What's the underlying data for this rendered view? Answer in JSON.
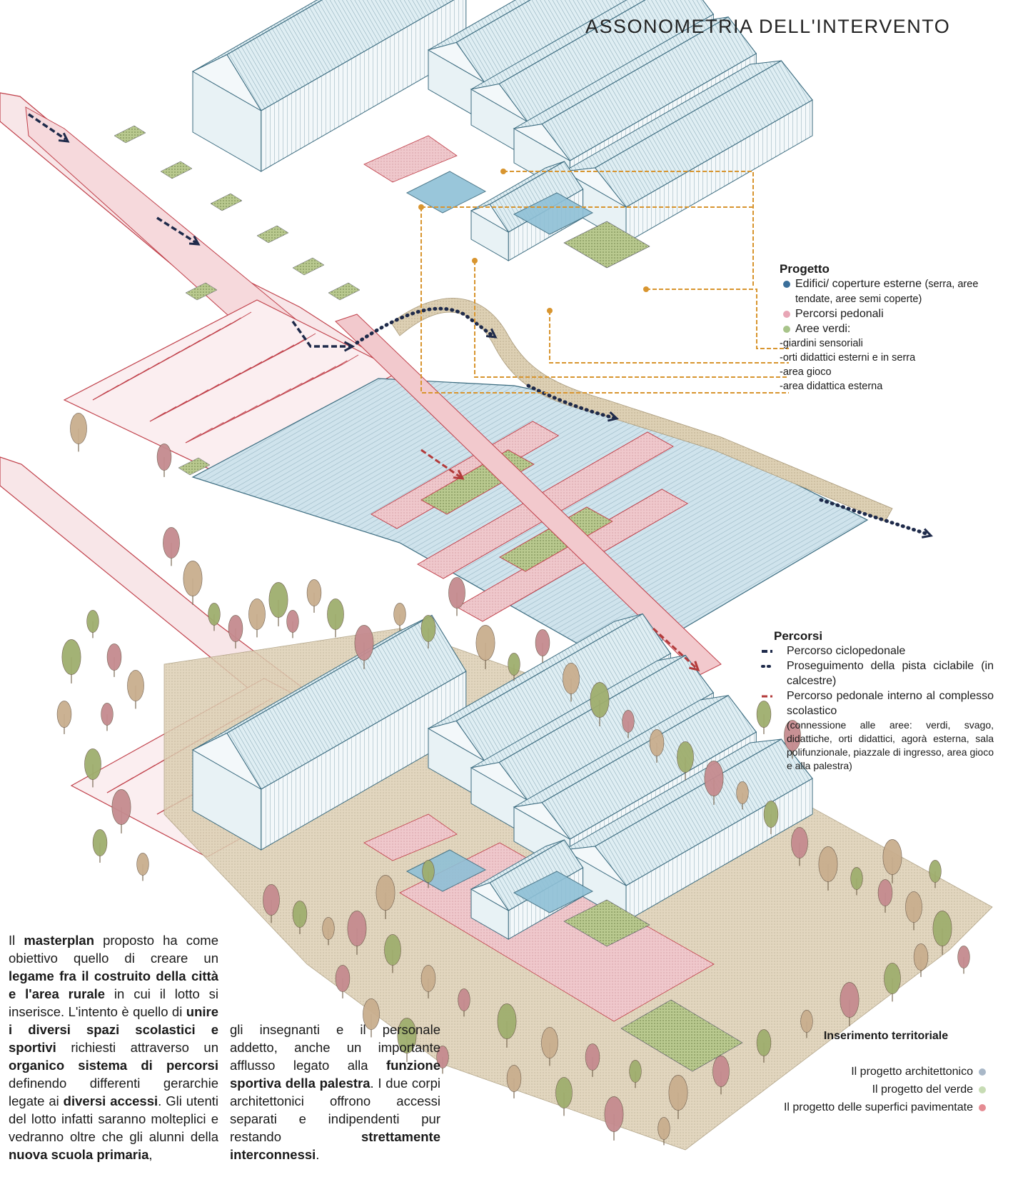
{
  "title": "ASSONOMETRIA DELL'INTERVENTO",
  "progetto": {
    "heading": "Progetto",
    "items": [
      {
        "label": "Edifici/ coperture esterne",
        "note": "(serra, aree tendate, aree semi coperte)",
        "color": "#3a6f9a"
      },
      {
        "label": "Percorsi pedonali",
        "color": "#e8a6b6"
      },
      {
        "label": "Aree verdi:",
        "color": "#a8c48a"
      }
    ],
    "green_areas": [
      "-giardini sensoriali",
      "-orti didattici esterni e in serra",
      "-area gioco",
      "-area didattica esterna"
    ]
  },
  "percorsi": {
    "heading": "Percorsi",
    "items": [
      {
        "label": "Percorso ciclopedonale",
        "color": "#1e2a4a"
      },
      {
        "label": "Proseguimento della pista ciclabile (in calcestre)",
        "color": "#1e2a4a"
      },
      {
        "label": "Percorso pedonale interno al complesso scolastico",
        "color": "#b33a3a"
      }
    ],
    "note": "(connessione alle aree: verdi, svago, didattiche, orti didattici, agorà esterna, sala polifunzionale, piazzale di ingresso, area gioco e alla palestra)"
  },
  "paragraph_left": [
    {
      "t": "Il "
    },
    {
      "b": "masterplan"
    },
    {
      "t": " proposto ha come obiettivo quello di creare un "
    },
    {
      "b": "legame fra il costruito della città e l'area rurale"
    },
    {
      "t": " in cui il lotto si inserisce. L'intento è quello di "
    },
    {
      "b": "unire i diversi spazi scolastici e sportivi"
    },
    {
      "t": " richiesti attraverso un "
    },
    {
      "b": "organico sistema di percorsi"
    },
    {
      "t": " definendo differenti gerarchie legate ai "
    },
    {
      "b": "diversi accessi"
    },
    {
      "t": ". Gli utenti del lotto infatti saranno molteplici e vedranno oltre che gli alunni della "
    },
    {
      "b": "nuova scuola primaria"
    },
    {
      "t": ","
    }
  ],
  "paragraph_right": [
    {
      "t": "gli insegnanti e il personale addetto, anche un importante afflusso legato alla "
    },
    {
      "b": "funzione sportiva della palestra"
    },
    {
      "t": ". I due corpi architettonici offrono accessi separati e indipendenti pur restando "
    },
    {
      "b": "strettamente interconnessi"
    },
    {
      "t": "."
    }
  ],
  "inserimento": {
    "heading": "Inserimento territoriale",
    "items": [
      {
        "label": "Il progetto architettonico",
        "color": "#a9b8c8"
      },
      {
        "label": "Il progetto del verde",
        "color": "#c7dcb4"
      },
      {
        "label": "Il progetto delle superfici pavimentate",
        "color": "#e58c93"
      }
    ]
  },
  "colors": {
    "building": "#cfe3ec",
    "building_line": "#3b6b7f",
    "greenhouse": "#8fc0d6",
    "path": "#efc8cc",
    "path_line": "#c0404a",
    "green": "#b9c98f",
    "gravel": "#ddd0b4",
    "tree_green": "#9fae6e",
    "tree_pink": "#c58b8f",
    "tree_tan": "#c9ae8e",
    "cycle": "#1e2a4a",
    "ped": "#b33a3a",
    "leader": "#d8952f"
  }
}
